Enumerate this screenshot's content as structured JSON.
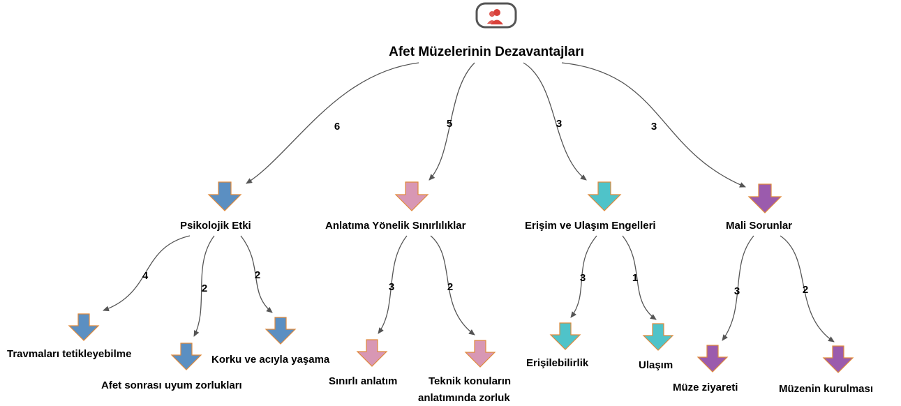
{
  "root": {
    "title": "Afet Müzelerinin Dezavantajları",
    "icon": "user-group-icon"
  },
  "colors": {
    "psikolojik": "#5b8fc2",
    "anlatim": "#d897b4",
    "erisim": "#4fc3c9",
    "mali": "#9b5bad",
    "arrow_outline": "#e08a3c",
    "edge": "#555555",
    "icon_red": "#d9413a"
  },
  "categories": [
    {
      "label": "Psikolojik Etki",
      "count": "6",
      "children": [
        {
          "label": "Travmaları tetikleyebilme",
          "count": "4"
        },
        {
          "label": "Afet sonrası uyum zorlukları",
          "count": "2"
        },
        {
          "label": "Korku ve acıyla yaşama",
          "count": "2"
        }
      ]
    },
    {
      "label": "Anlatıma Yönelik Sınırlılıklar",
      "count": "5",
      "children": [
        {
          "label": "Sınırlı anlatım",
          "count": "3"
        },
        {
          "label": "Teknik konuların",
          "label2": "anlatımında zorluk",
          "count": "2"
        }
      ]
    },
    {
      "label": "Erişim ve Ulaşım Engelleri",
      "count": "3",
      "children": [
        {
          "label": "Erişilebilirlik",
          "count": "3"
        },
        {
          "label": "Ulaşım",
          "count": "1"
        }
      ]
    },
    {
      "label": "Mali Sorunlar",
      "count": "3",
      "children": [
        {
          "label": "Müze ziyareti",
          "count": "3"
        },
        {
          "label": "Müzenin kurulması",
          "count": "2"
        }
      ]
    }
  ]
}
